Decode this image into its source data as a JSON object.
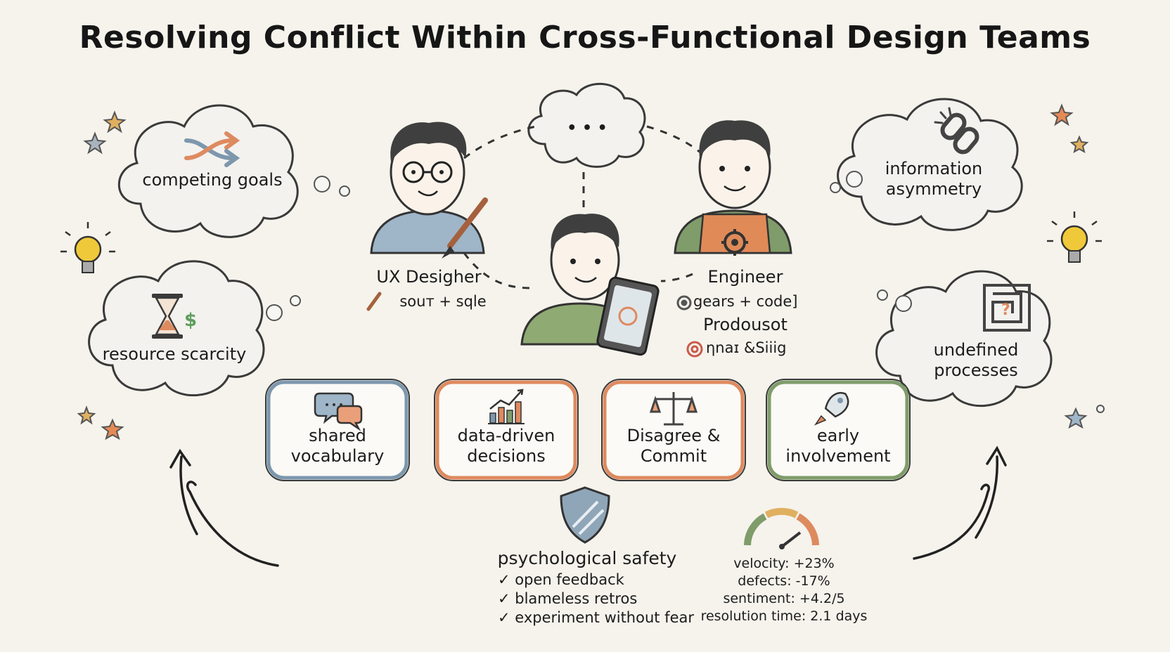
{
  "title": "Resolving Conflict Within Cross-Functional Design Teams",
  "clouds": {
    "competing_goals": "competing goals",
    "resource_scarcity": "resource scarcity",
    "information_asymmetry": "information asymmetry",
    "undefined_processes": "undefined processes"
  },
  "speech_bubble": "• • •",
  "people": {
    "ux_designer": {
      "role": "UX Desigher",
      "caption": "souт + sqle"
    },
    "engineer": {
      "role": "Engineer",
      "caption": "gears + code]"
    },
    "product": {
      "role": "Prodousot",
      "caption": "ηnaɪ &Siiig"
    }
  },
  "practices": [
    {
      "label": "shared vocabulary"
    },
    {
      "label": "data-driven decisions"
    },
    {
      "label": "Disagree & Commit"
    },
    {
      "label": "early involvement"
    }
  ],
  "safety": {
    "title": "psychological safety",
    "items": [
      "✓ open feedback",
      "✓ blameless retros",
      "✓ experiment without fear"
    ]
  },
  "metrics": {
    "velocity": "velocity: +23%",
    "defects": "defects: -17%",
    "sentiment": "sentiment: +4.2/5",
    "resolution": "resolution time: 2.1 days"
  },
  "colors": {
    "blue": "#7d97ad",
    "orange": "#de8a5f",
    "green": "#7f9c6a",
    "ink": "#1d1d1d",
    "shield": "#8fa6b8",
    "star": "#e58a55",
    "bulb": "#f0c93a"
  }
}
